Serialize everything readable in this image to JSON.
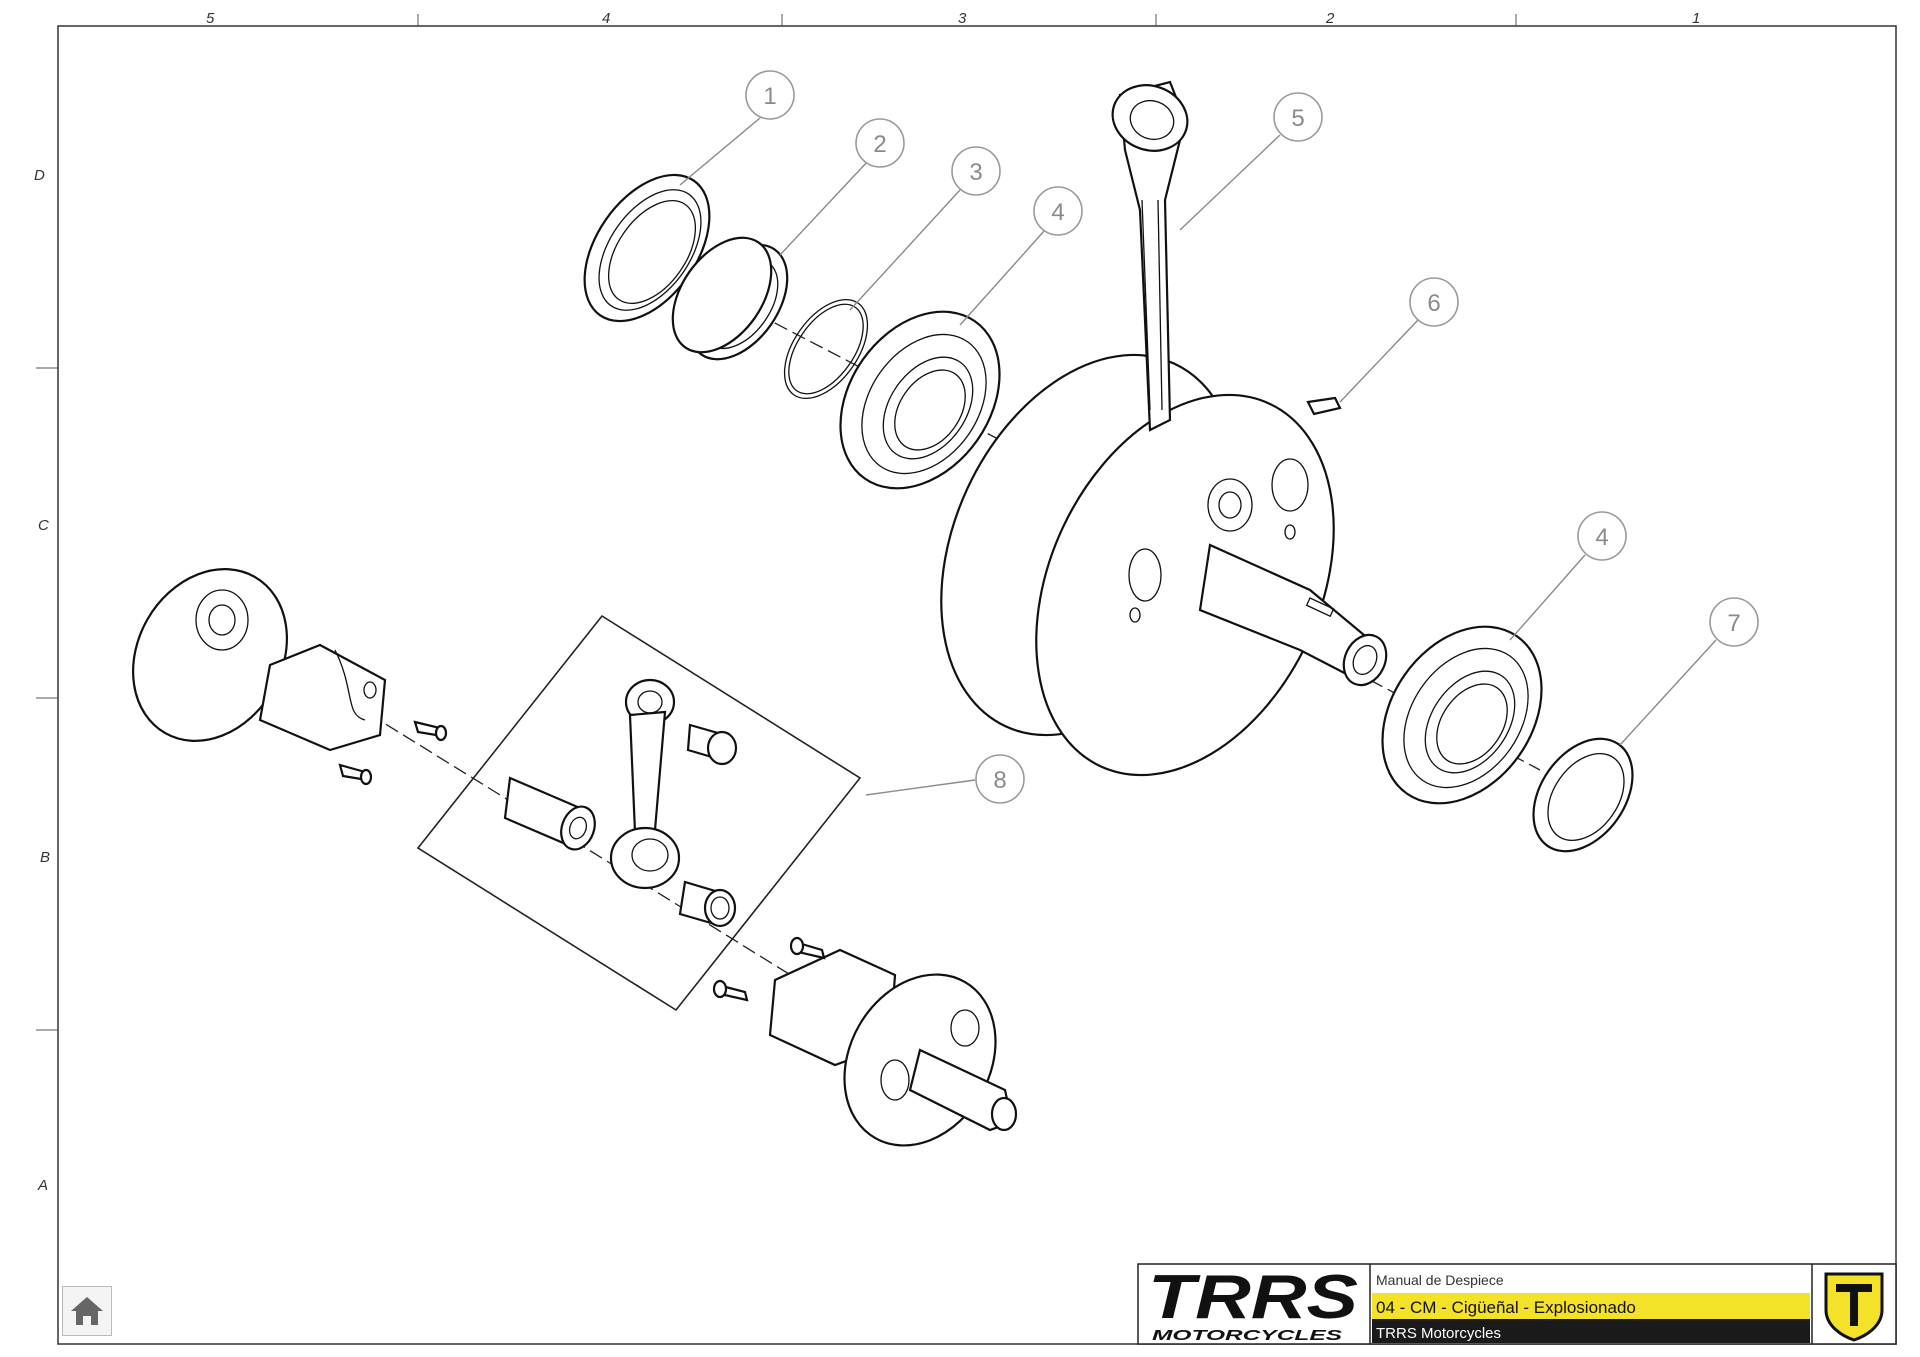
{
  "zones": {
    "columns": [
      "5",
      "4",
      "3",
      "2",
      "1"
    ],
    "rows": [
      "D",
      "C",
      "B",
      "A"
    ]
  },
  "callouts": [
    "1",
    "2",
    "3",
    "4",
    "5",
    "6",
    "4",
    "7",
    "8"
  ],
  "title_block": {
    "doc_type": "Manual de Despiece",
    "title": "04 - CM - Cigüeñal - Explosionado",
    "company": "TRRS Motorcycles",
    "logo_main": "TRRS",
    "logo_sub": "MOTORCYCLES"
  },
  "colors": {
    "accent_yellow": "#f3e227",
    "dark": "#1a1a1a",
    "logo_red": "#d8232a"
  },
  "icons": {
    "home": "home-icon",
    "brand_shield": "trrs-shield-icon"
  }
}
